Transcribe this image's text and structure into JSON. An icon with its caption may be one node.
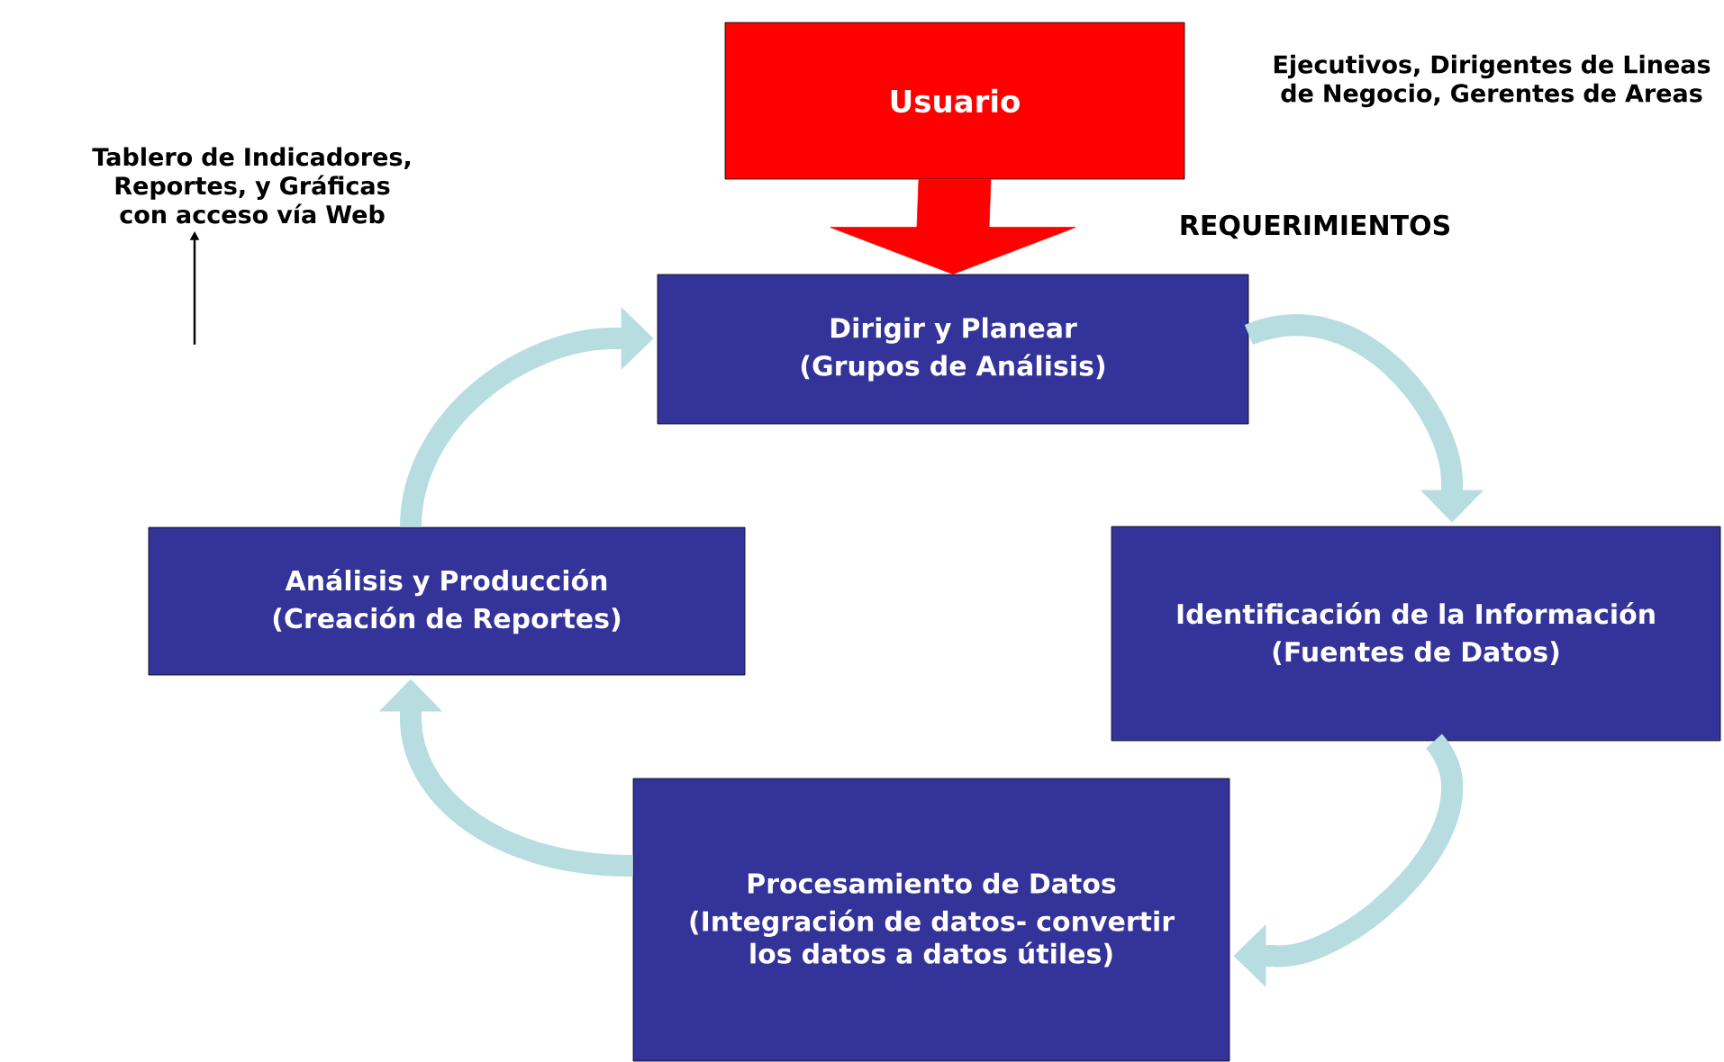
{
  "diagram": {
    "nodes": [
      {
        "text": [
          "Usuario"
        ]
      },
      {
        "text": [
          "Dirigir y Planear",
          "(Grupos de Análisis)"
        ]
      },
      {
        "text": [
          "Identificación de la Información",
          "(Fuentes de Datos)"
        ]
      },
      {
        "text": [
          "Procesamiento de Datos",
          "(Integración de datos- convertir los datos a datos útiles)"
        ]
      },
      {
        "text": [
          "Análisis y Producción",
          "(Creación de Reportes)"
        ]
      },
      {
        "text": [
          "Tablero de Indicadores, Reportes, y Gráficas con acceso vía Web"
        ]
      }
    ],
    "edges": [
      {
        "from": 0,
        "to": 1,
        "arrow": "to",
        "style": "thick",
        "color": "#ff0000"
      },
      {
        "from": 1,
        "to": 2,
        "arrow": "to"
      },
      {
        "from": 2,
        "to": 3,
        "arrow": "to"
      },
      {
        "from": 3,
        "to": 4,
        "arrow": "to"
      },
      {
        "from": 4,
        "to": 1,
        "arrow": "to"
      },
      {
        "from": null,
        "to": 5,
        "arrow": "to",
        "color": "#000000"
      }
    ],
    "labels": [
      "Ejecutivos, Dirigentes de Lineas de Negocio, Gerentes de Areas",
      "REQUERIMIENTOS"
    ]
  }
}
